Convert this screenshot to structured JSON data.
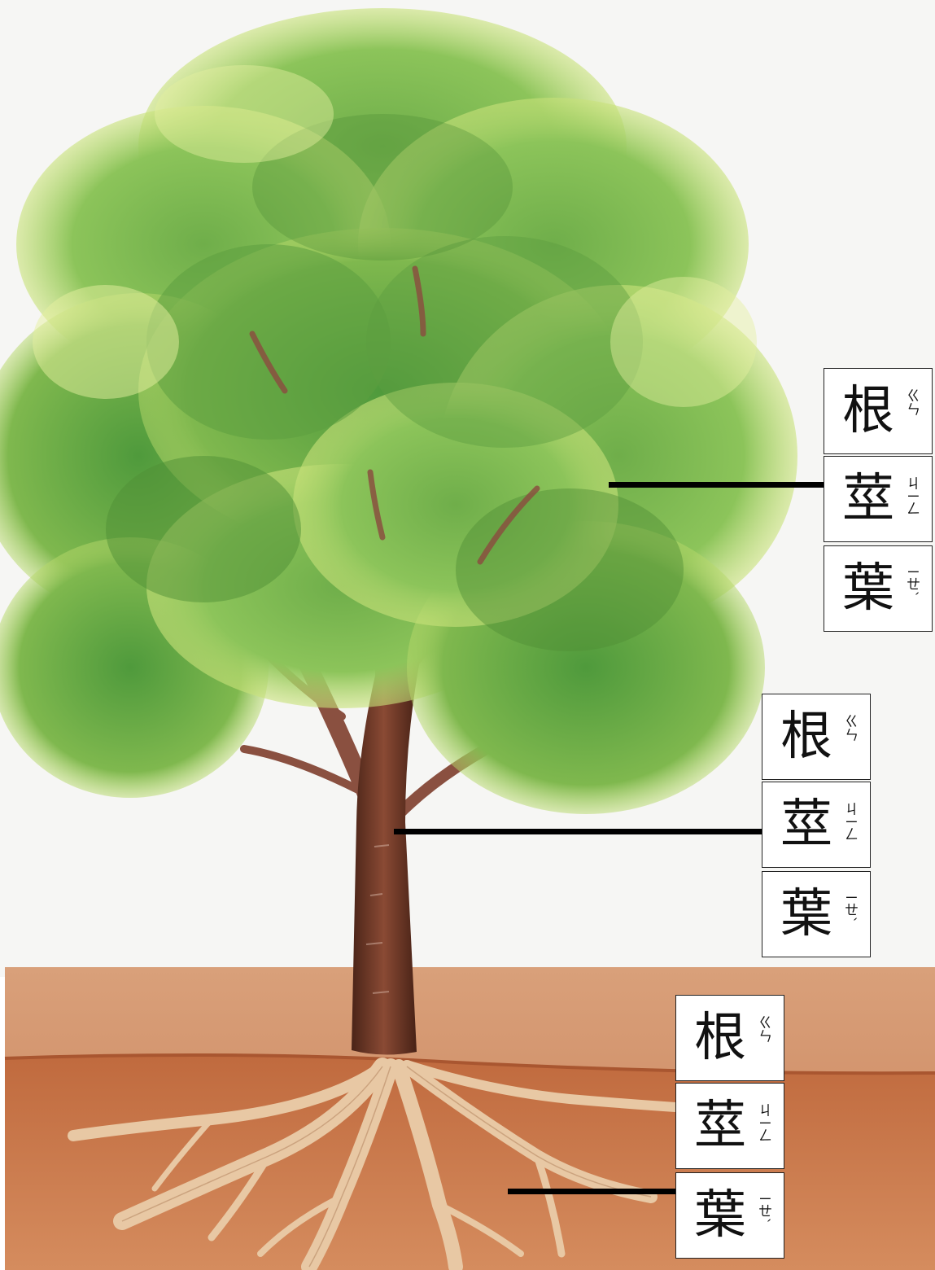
{
  "groups": [
    {
      "options": [
        {
          "char": "根",
          "zhuyin": "ㄍㄣ"
        },
        {
          "char": "莖",
          "zhuyin": "ㄐㄧㄥ"
        },
        {
          "char": "葉",
          "zhuyin": "ㄧㄝˋ"
        }
      ]
    },
    {
      "options": [
        {
          "char": "根",
          "zhuyin": "ㄍㄣ"
        },
        {
          "char": "莖",
          "zhuyin": "ㄐㄧㄥ"
        },
        {
          "char": "葉",
          "zhuyin": "ㄧㄝˋ"
        }
      ]
    },
    {
      "options": [
        {
          "char": "根",
          "zhuyin": "ㄍㄣ"
        },
        {
          "char": "莖",
          "zhuyin": "ㄐㄧㄥ"
        },
        {
          "char": "葉",
          "zhuyin": "ㄧㄝˋ"
        }
      ]
    }
  ]
}
